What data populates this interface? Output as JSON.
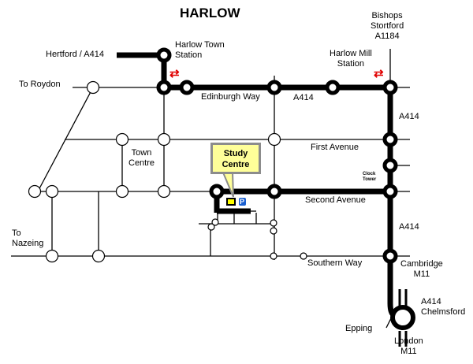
{
  "title": "HARLOW",
  "labels": {
    "hertford": "Hertford / A414",
    "harlow_town_station": [
      "Harlow Town",
      "Station"
    ],
    "to_roydon": "To Roydon",
    "edinburgh_way": "Edinburgh Way",
    "a414_top": "A414",
    "harlow_mill_station": [
      "Harlow Mill",
      "Station"
    ],
    "bishops_stortford": [
      "Bishops",
      "Stortford",
      "A1184"
    ],
    "a414_right_upper": "A414",
    "first_avenue": "First Avenue",
    "town_centre": [
      "Town",
      "Centre"
    ],
    "clock_tower": [
      "Clock",
      "Tower"
    ],
    "second_avenue": "Second Avenue",
    "a414_right_lower": "A414",
    "to_nazeing": [
      "To",
      "Nazeing"
    ],
    "southern_way": "Southern Way",
    "cambridge": [
      "Cambridge",
      "M11"
    ],
    "a414_chelmsford": [
      "A414",
      "Chelmsford"
    ],
    "epping": "Epping",
    "london": [
      "London",
      "M11"
    ]
  },
  "study_centre": [
    "Study",
    "Centre"
  ],
  "parking_symbol": "P",
  "rail_symbol": "⇄",
  "colors": {
    "major_road": "#000000",
    "callout_fill": "#ffff99",
    "callout_border": "#8c8c8c",
    "rail": "#e00000",
    "study_marker": "#ffff00",
    "parking": "#1a5fd0"
  }
}
